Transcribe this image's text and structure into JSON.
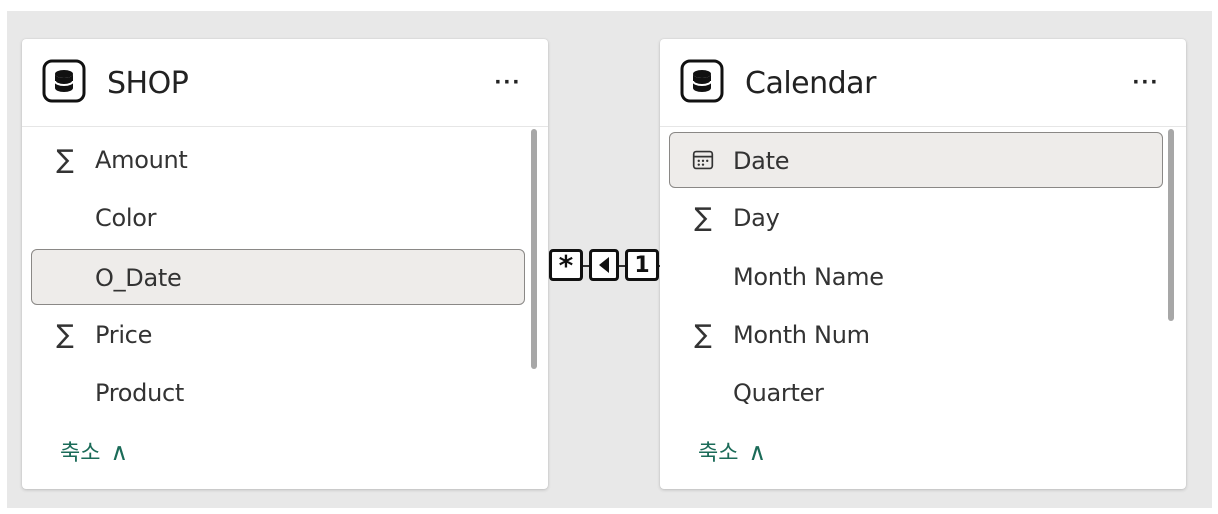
{
  "shop_table": {
    "title": "SHOP",
    "more_label": "···",
    "fields": [
      {
        "label": "Amount",
        "icon": "sigma-icon",
        "icon_glyph": "∑"
      },
      {
        "label": "Color",
        "icon": "",
        "icon_glyph": ""
      },
      {
        "label": "O_Date",
        "icon": "",
        "icon_glyph": "",
        "selected": true
      },
      {
        "label": "Price",
        "icon": "sigma-icon",
        "icon_glyph": "∑"
      },
      {
        "label": "Product",
        "icon": "",
        "icon_glyph": ""
      }
    ],
    "collapse_label": "축소",
    "collapse_chevron": "∧"
  },
  "calendar_table": {
    "title": "Calendar",
    "more_label": "···",
    "fields": [
      {
        "label": "Date",
        "icon": "calendar-icon",
        "icon_glyph": "",
        "selected": true
      },
      {
        "label": "Day",
        "icon": "sigma-icon",
        "icon_glyph": "∑"
      },
      {
        "label": "Month Name",
        "icon": "",
        "icon_glyph": ""
      },
      {
        "label": "Month Num",
        "icon": "sigma-icon",
        "icon_glyph": "∑"
      },
      {
        "label": "Quarter",
        "icon": "",
        "icon_glyph": ""
      }
    ],
    "collapse_label": "축소",
    "collapse_chevron": "∧"
  },
  "relationship": {
    "many_label": "*",
    "one_label": "1",
    "direction_icon": "arrow-left-icon"
  },
  "colors": {
    "canvas_bg": "#e8e8e8",
    "accent_link": "#1b6b58",
    "selected_row_bg": "#eeecea"
  }
}
